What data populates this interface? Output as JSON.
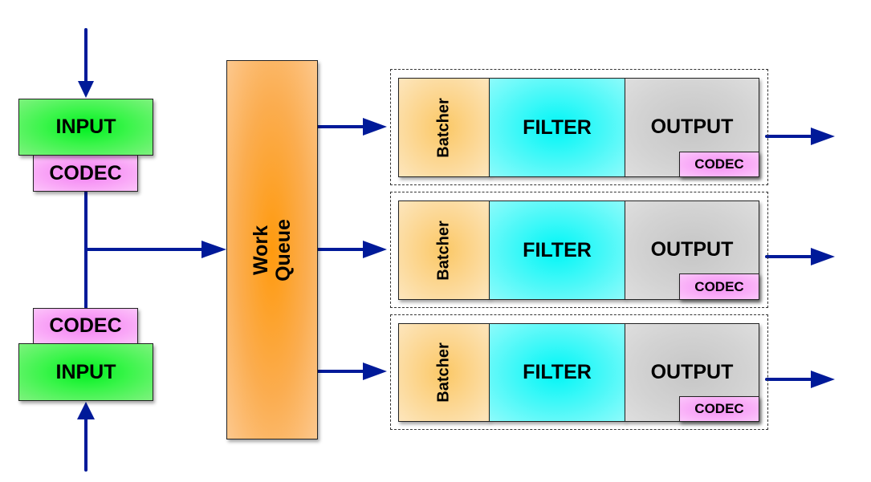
{
  "diagram": {
    "colors": {
      "arrow": "#001a99",
      "input": "#22f03a",
      "codec": "#f79cf5",
      "queue": "#fba43a",
      "batcher": "#fcd48e",
      "filter": "#3ff7f7",
      "output": "#d0d0d0"
    },
    "inputs": [
      {
        "label": "INPUT",
        "codec_label": "CODEC"
      },
      {
        "label": "INPUT",
        "codec_label": "CODEC"
      }
    ],
    "queue": {
      "line1": "Work",
      "line2": "Queue"
    },
    "pipelines": [
      {
        "batcher_label": "Batcher",
        "filter_label": "FILTER",
        "output_label": "OUTPUT",
        "codec_label": "CODEC"
      },
      {
        "batcher_label": "Batcher",
        "filter_label": "FILTER",
        "output_label": "OUTPUT",
        "codec_label": "CODEC"
      },
      {
        "batcher_label": "Batcher",
        "filter_label": "FILTER",
        "output_label": "OUTPUT",
        "codec_label": "CODEC"
      }
    ]
  }
}
